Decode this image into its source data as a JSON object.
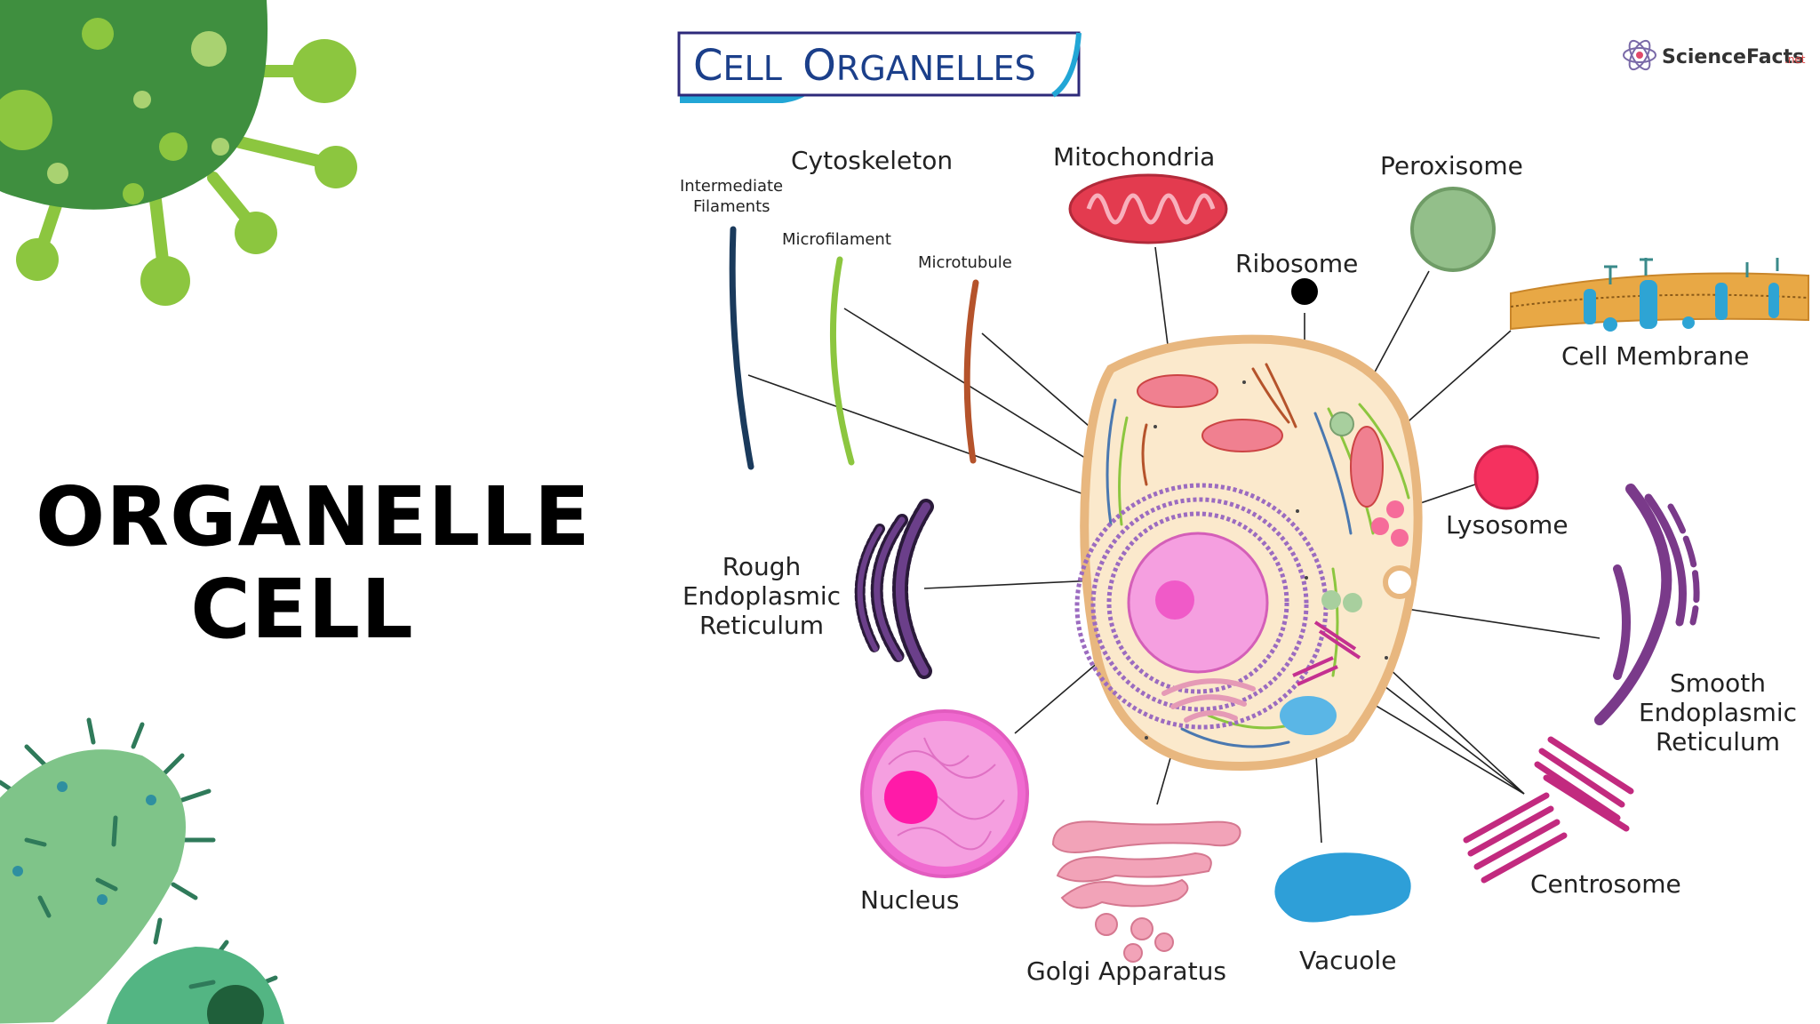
{
  "slide_title": {
    "line1": "ORGANELLE",
    "line2": "CELL"
  },
  "diagram": {
    "header": {
      "cap1": "C",
      "rest1": "ELL",
      "cap2": "O",
      "rest2": "RGANELLES"
    },
    "brand": {
      "name": "ScienceFacts",
      "suffix": ".net"
    },
    "labels": {
      "cytoskeleton": "Cytoskeleton",
      "intermediate_filaments_1": "Intermediate",
      "intermediate_filaments_2": "Filaments",
      "microfilament": "Microfilament",
      "microtubule": "Microtubule",
      "mitochondria": "Mitochondria",
      "ribosome": "Ribosome",
      "peroxisome": "Peroxisome",
      "cell_membrane": "Cell Membrane",
      "lysosome": "Lysosome",
      "rough_er_1": "Rough",
      "rough_er_2": "Endoplasmic",
      "rough_er_3": "Reticulum",
      "smooth_er_1": "Smooth",
      "smooth_er_2": "Endoplasmic",
      "smooth_er_3": "Reticulum",
      "nucleus": "Nucleus",
      "golgi": "Golgi Apparatus",
      "vacuole": "Vacuole",
      "centrosome": "Centrosome"
    }
  },
  "colors": {
    "germ_dark_green": "#3f8f3f",
    "germ_light_green": "#8cc63f",
    "bacteria_green": "#7fc489",
    "nucleus_pink": "#f06ad0",
    "mito_red": "#e33b4f",
    "cell_fill": "#fbe9cc",
    "cell_border": "#e8b77f"
  }
}
